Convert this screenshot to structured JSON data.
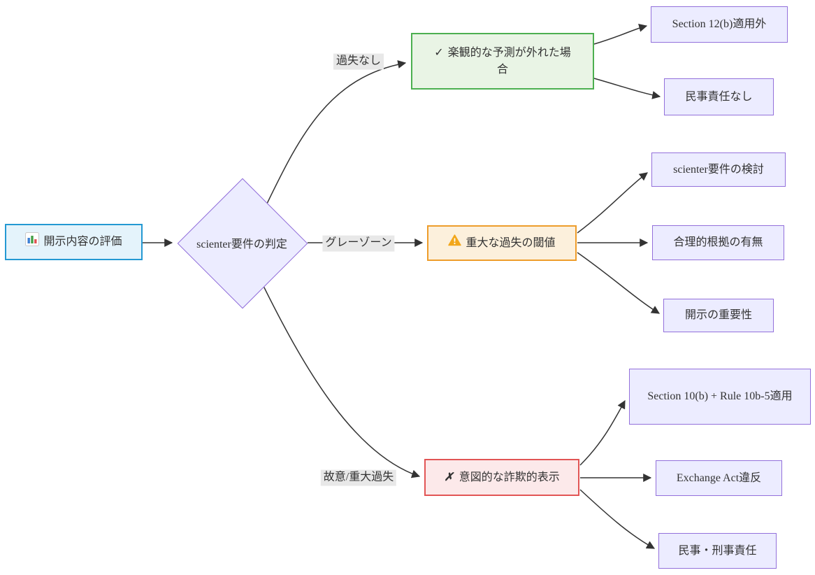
{
  "diagram": {
    "kind": "flowchart",
    "direction": "left-to-right"
  },
  "colors": {
    "edge": "#333333",
    "text": "#333333",
    "edge_label_bg": "#e8e8e8",
    "root_fill": "#e4f3fb",
    "root_border": "#2499d3",
    "decision_fill": "#ececff",
    "decision_border": "#9370db",
    "success_fill": "#e9f4e5",
    "success_border": "#4caf50",
    "warning_fill": "#fcf0dc",
    "warning_border": "#ee9d2b",
    "danger_fill": "#fce9ea",
    "danger_border": "#e25555",
    "default_fill": "#ececff",
    "default_border": "#9370db",
    "warning_icon_fill": "#f2a71b",
    "bar_chart_blue": "#3b7fd4",
    "bar_chart_green": "#43a047",
    "bar_chart_red": "#e05252"
  },
  "nodes": {
    "root": {
      "icon_name": "bar-chart-icon",
      "label": "開示内容の評価"
    },
    "decision": {
      "label": "scienter要件の判定"
    },
    "optimistic": {
      "icon_name": "check-icon",
      "icon_glyph": "✓",
      "label": "楽観的な予測が外れた場合"
    },
    "section12b": {
      "label": "Section 12(b)適用外"
    },
    "nocivil": {
      "label": "民事責任なし"
    },
    "threshold": {
      "icon_name": "warning-icon",
      "label": "重大な過失の閾値"
    },
    "scienterrev": {
      "label": "scienter要件の検討"
    },
    "basis": {
      "label": "合理的根拠の有無"
    },
    "materiality": {
      "label": "開示の重要性"
    },
    "fraud": {
      "icon_name": "cross-icon",
      "icon_glyph": "✗",
      "label": "意図的な詐欺的表示"
    },
    "section10b": {
      "label": "Section 10(b) + Rule 10b-5適用"
    },
    "exchange": {
      "label": "Exchange Act違反"
    },
    "liability": {
      "label": "民事・刑事責任"
    }
  },
  "edge_labels": {
    "no_negligence": "過失なし",
    "gray_zone": "グレーゾーン",
    "intent": "故意/重大過失"
  }
}
